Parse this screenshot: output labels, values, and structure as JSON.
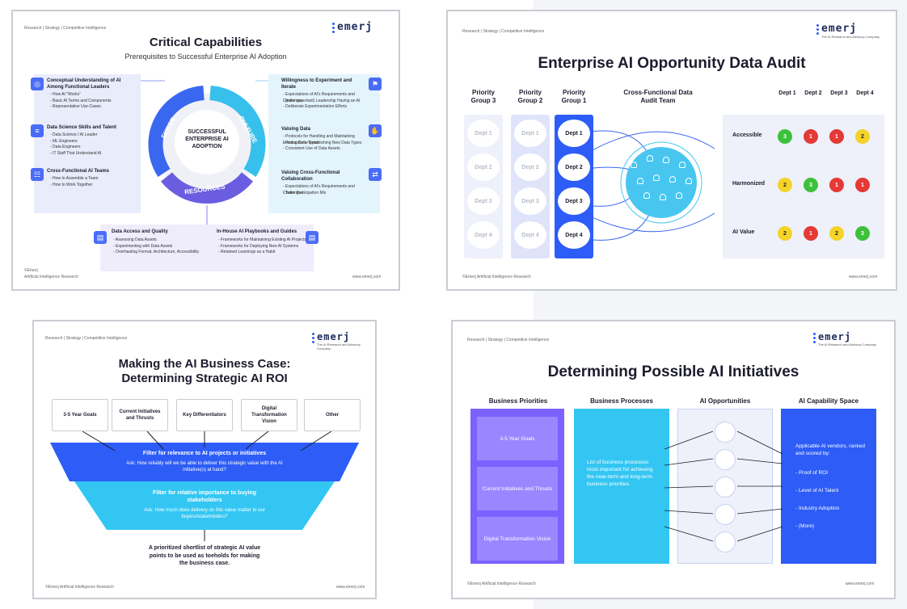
{
  "colors": {
    "blue": "#2d5cf6",
    "purple": "#7b61ff",
    "cyan": "#33c6f2",
    "green": "#3dc13c",
    "red": "#e53935",
    "yellow": "#f5d327"
  },
  "brand": {
    "word": "emerj",
    "tagline": "The AI Research and Advisory Company",
    "crumb": "Research | Strategy | Competitive Intelligence",
    "url": "www.emerj.com",
    "copyright": "©Emerj Artificial Intelligence Research"
  },
  "s1": {
    "title": "Critical Capabilities",
    "subtitle": "Prerequisites to Successful Enterprise AI Adoption",
    "center": "SUCCESSFUL ENTERPRISE AI ADOPTION",
    "arc_skills": "SKILLS",
    "arc_culture": "CULTURE",
    "arc_resources": "RESOURCES",
    "foot1": "©Emerj",
    "foot2": "Artificial Intelligence Research",
    "left": [
      {
        "head": "Conceptual Understanding of AI Among Functional Leaders",
        "items": [
          "- How AI \"Works\"",
          "- Basic AI Terms and Components",
          "- Representative Use-Cases"
        ]
      },
      {
        "head": "Data Science Skills and Talent",
        "items": [
          "- Data Science / AI Leader",
          "- ML Engineers",
          "- Data Engineers",
          "- IT Staff That Understand AI"
        ]
      },
      {
        "head": "Cross-Functional AI Teams",
        "items": [
          "- How to Assemble a Team",
          "- How to Work Together"
        ]
      }
    ],
    "right": [
      {
        "head": "Willingness to Experiment and Iterate",
        "items": [
          "- Expectations of AI's Requirements and Challenges",
          "- (most important) Leadership Having an AI",
          "- Deliberate Experimentation Efforts"
        ]
      },
      {
        "head": "Valuing Data",
        "items": [
          "- Protocols for Handling and Maintaining Existing Data Types",
          "- Protocols for Establishing New Data Types",
          "- Consistent Use of Data Assets"
        ]
      },
      {
        "head": "Valuing Cross-Functional Collaboration",
        "items": [
          "- Expectations of AI's Requirements and Challenges",
          "- Team Participation Mix"
        ]
      }
    ],
    "bottom": [
      {
        "head": "Data Access and Quality",
        "items": [
          "- Assessing Data Assets",
          "- Experimenting with Data Assets",
          "- Overhauling Format, Architecture, Accessibility"
        ]
      },
      {
        "head": "In-House AI Playbooks and Guides",
        "items": [
          "- Frameworks for Maintaining Existing AI Projects",
          "- Frameworks for Deploying New AI Systems",
          "- Retained Learnings as a Habit"
        ]
      }
    ]
  },
  "s2": {
    "title": "Enterprise AI Opportunity Data Audit",
    "groups": [
      "Priority Group 3",
      "Priority Group 2",
      "Priority Group 1"
    ],
    "team": "Cross-Functional Data Audit Team",
    "depts": [
      "Dept 1",
      "Dept 2",
      "Dept 3",
      "Dept 4"
    ],
    "table_cols": [
      "Dept 1",
      "Dept 2",
      "Dept 3",
      "Dept 4"
    ],
    "rows": [
      {
        "label": "Accessible",
        "vals": [
          "3",
          "1",
          "1",
          "2"
        ]
      },
      {
        "label": "Harmonized",
        "vals": [
          "2",
          "3",
          "1",
          "1"
        ]
      },
      {
        "label": "AI Value",
        "vals": [
          "2",
          "1",
          "2",
          "3"
        ]
      }
    ]
  },
  "s3": {
    "title1": "Making the AI Business Case:",
    "title2": "Determining Strategic AI ROI",
    "boxes": [
      "3-5 Year Goals",
      "Current Initiatives and Thrusts",
      "Key Differentiators",
      "Digital Transformation Vision",
      "Other"
    ],
    "f1_head": "Filter for relevance to AI projects or initiatives",
    "f1_ask": "Ask: How reliably will we be able to deliver this strategic value with the AI initiative(s) at hand?",
    "f2_head": "Filter for relative importance to buying stakeholders",
    "f2_ask": "Ask: How much does delivery on this value matter to our buyers/stakeholders?",
    "result": "A prioritized shortlist of strategic AI value points to be used as toeholds for making the business case.",
    "copyright": "©Emerj Artificial Intelligence Research"
  },
  "s4": {
    "title": "Determining Possible AI Initiatives",
    "cols": [
      "Business Priorities",
      "Business Processes",
      "AI Opportunities",
      "AI Capability Space"
    ],
    "priorities": [
      "3-5 Year Goals",
      "Current Initiatives and Thrusts",
      "Digital Transformation Vision"
    ],
    "processes": "List of business processes most important for achieving the near-term and long-term business priorities.",
    "cap_intro": "Applicable AI vendors, ranked and scored by:",
    "cap_items": [
      "- Proof of ROI",
      "- Level of AI Talent",
      "- Industry Adoption",
      "- (More)"
    ]
  }
}
